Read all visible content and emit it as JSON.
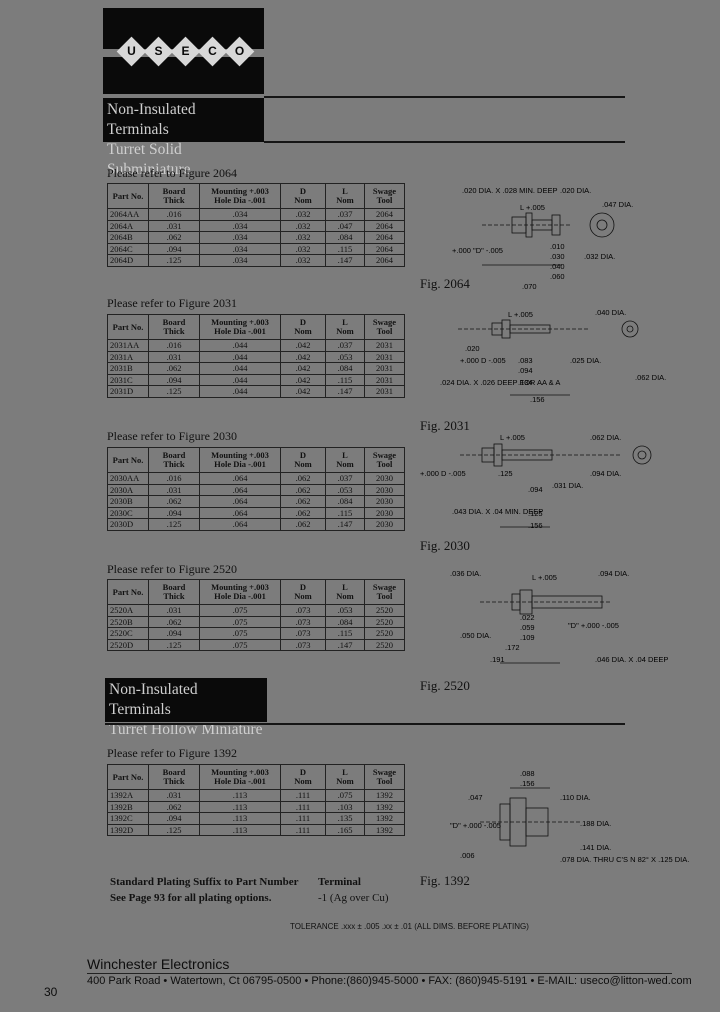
{
  "logo": {
    "letters": [
      "U",
      "S",
      "E",
      "C",
      "O"
    ]
  },
  "section1": {
    "title_line1": "Non-Insulated Terminals",
    "title_line2": "Turret Solid Subminiature"
  },
  "section2": {
    "title_line1": "Non-Insulated Terminals",
    "title_line2": "Turret Hollow Miniature"
  },
  "headers": {
    "part_no": "Part No.",
    "board_thick": [
      "Board",
      "Thick"
    ],
    "mounting_hole": [
      "Mounting +.003",
      "Hole Dia -.001"
    ],
    "mounting_hole_b": [
      "Mounting +.003",
      "Hole Dia -.001"
    ],
    "d_nom": [
      "D",
      "Nom"
    ],
    "l_nom": [
      "L",
      "Nom"
    ],
    "swage_tool": [
      "Swage",
      "Tool"
    ]
  },
  "groups": [
    {
      "refer": "Please refer to Figure 2064",
      "figure_label": "Fig. 2064",
      "rows": [
        [
          "2064AA",
          ".016",
          ".034",
          ".032",
          ".037",
          "2064"
        ],
        [
          "2064A",
          ".031",
          ".034",
          ".032",
          ".047",
          "2064"
        ],
        [
          "2064B",
          ".062",
          ".034",
          ".032",
          ".084",
          "2064"
        ],
        [
          "2064C",
          ".094",
          ".034",
          ".032",
          ".115",
          "2064"
        ],
        [
          "2064D",
          ".125",
          ".034",
          ".032",
          ".147",
          "2064"
        ]
      ]
    },
    {
      "refer": "Please refer to Figure 2031",
      "figure_label": "Fig. 2031",
      "rows": [
        [
          "2031AA",
          ".016",
          ".044",
          ".042",
          ".037",
          "2031"
        ],
        [
          "2031A",
          ".031",
          ".044",
          ".042",
          ".053",
          "2031"
        ],
        [
          "2031B",
          ".062",
          ".044",
          ".042",
          ".084",
          "2031"
        ],
        [
          "2031C",
          ".094",
          ".044",
          ".042",
          ".115",
          "2031"
        ],
        [
          "2031D",
          ".125",
          ".044",
          ".042",
          ".147",
          "2031"
        ]
      ]
    },
    {
      "refer": "Please refer to Figure 2030",
      "figure_label": "Fig. 2030",
      "rows": [
        [
          "2030AA",
          ".016",
          ".064",
          ".062",
          ".037",
          "2030"
        ],
        [
          "2030A",
          ".031",
          ".064",
          ".062",
          ".053",
          "2030"
        ],
        [
          "2030B",
          ".062",
          ".064",
          ".062",
          ".084",
          "2030"
        ],
        [
          "2030C",
          ".094",
          ".064",
          ".062",
          ".115",
          "2030"
        ],
        [
          "2030D",
          ".125",
          ".064",
          ".062",
          ".147",
          "2030"
        ]
      ]
    },
    {
      "refer": "Please refer to Figure 2520",
      "figure_label": "Fig. 2520",
      "rows": [
        [
          "2520A",
          ".031",
          ".075",
          ".073",
          ".053",
          "2520"
        ],
        [
          "2520B",
          ".062",
          ".075",
          ".073",
          ".084",
          "2520"
        ],
        [
          "2520C",
          ".094",
          ".075",
          ".073",
          ".115",
          "2520"
        ],
        [
          "2520D",
          ".125",
          ".075",
          ".073",
          ".147",
          "2520"
        ]
      ]
    },
    {
      "refer": "Please refer to Figure 1392",
      "figure_label": "Fig. 1392",
      "rows": [
        [
          "1392A",
          ".031",
          ".113",
          ".111",
          ".075",
          "1392"
        ],
        [
          "1392B",
          ".062",
          ".113",
          ".111",
          ".103",
          "1392"
        ],
        [
          "1392C",
          ".094",
          ".113",
          ".111",
          ".135",
          "1392"
        ],
        [
          "1392D",
          ".125",
          ".113",
          ".111",
          ".165",
          "1392"
        ]
      ]
    }
  ],
  "drawings": {
    "d2064": [
      ".020 DIA. X .028 MIN. DEEP",
      "L +.005",
      ".020 DIA.",
      ".047 DIA.",
      "+.000 \"D\" -.005",
      ".010",
      ".030",
      ".032 DIA.",
      ".040",
      ".060",
      ".070"
    ],
    "d2031": [
      "L +.005",
      ".040 DIA.",
      ".020",
      "+.000 D -.005",
      ".083",
      ".094",
      ".134",
      ".025 DIA.",
      ".062 DIA.",
      ".024 DIA. X .026 DEEP FOR AA & A",
      ".156"
    ],
    "d2030": [
      "L +.005",
      ".062 DIA.",
      "+.000 D -.005",
      ".125",
      ".094 DIA.",
      ".031 DIA.",
      ".094",
      ".125",
      ".043 DIA. X .04 MIN. DEEP",
      ".156"
    ],
    "d2520": [
      ".036 DIA.",
      "L +.005",
      ".094 DIA.",
      ".022",
      ".059",
      "\"D\" +.000 -.005",
      ".050 DIA.",
      ".109",
      ".172",
      ".191",
      ".046 DIA. X .04 DEEP"
    ],
    "d1392": [
      ".088",
      ".156",
      ".047",
      ".110 DIA.",
      "\"D\" +.000 -.005",
      ".188 DIA.",
      ".141 DIA.",
      ".006",
      ".078 DIA. THRU C'S N 82° X .125 DIA."
    ]
  },
  "plating": {
    "left_line1": "Standard Plating Suffix to Part Number",
    "left_line2": "See Page 93 for all plating options.",
    "right_line1": "Terminal",
    "right_line2": "-1 (Ag over Cu)"
  },
  "tolerance": "TOLERANCE .xxx ± .005 .xx ± .01     (ALL DIMS. BEFORE PLATING)",
  "footer": {
    "company": "Winchester Electronics",
    "address": "400 Park Road • Watertown, Ct 06795-0500 • Phone:(860)945-5000 • FAX: (860)945-5191 • E-MAIL: useco@litton-wed.com",
    "page_number": "30"
  }
}
